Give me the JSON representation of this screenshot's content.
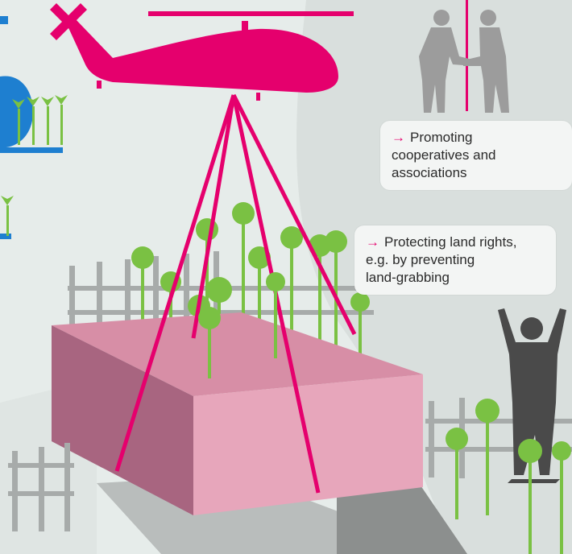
{
  "colors": {
    "background": "#e6ecea",
    "hill": "#d9dfdd",
    "accent": "#e5006d",
    "blue": "#1e7fd0",
    "box_top": "#d78ea6",
    "box_front": "#e7a6bb",
    "box_side": "#a86580",
    "plant_green": "#7ac143",
    "fence": "#a7abaa",
    "people_gray": "#9c9c9c",
    "person_dark": "#4a4a4a",
    "shadow": "#b9bdbc"
  },
  "callouts": {
    "cooperatives": {
      "arrow_icon": "arrow-right-icon",
      "lines": [
        "Promoting",
        "cooperatives and",
        "associations"
      ]
    },
    "land_rights": {
      "arrow_icon": "arrow-right-icon",
      "lines": [
        "Protecting land rights,",
        "e.g. by preventing",
        "land-grabbing"
      ]
    }
  },
  "icons": {
    "helicopter": "helicopter-icon",
    "handshake": "handshake-people-icon",
    "person": "person-arms-raised-icon",
    "plant": "plant-icon",
    "fence": "fence-icon",
    "sling": "cargo-sling-icon",
    "cargo": "cargo-box-icon"
  }
}
